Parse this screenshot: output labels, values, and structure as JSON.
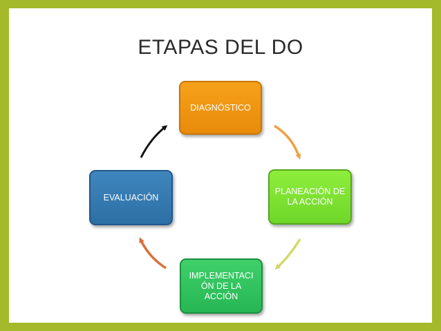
{
  "title": "ETAPAS DEL DO",
  "stages": {
    "diagnostico": "DIAGNÓSTICO",
    "planeacion": "PLANEACIÓN DE LA ACCIÓN",
    "implementacion": "IMPLEMENTACI ÓN DE LA ACCIÓN",
    "evaluacion": "EVALUACIÓN"
  },
  "colors": {
    "frame": "#a4ba2b",
    "diagnostico": "#f39c12",
    "planeacion": "#7ee33a",
    "implementacion": "#2fc45e",
    "evaluacion": "#357cb3",
    "arrow_diag_to_plan": "#f0a040",
    "arrow_plan_to_impl": "#d4d865",
    "arrow_impl_to_eval": "#d9703a",
    "arrow_eval_to_diag": "#111111"
  }
}
